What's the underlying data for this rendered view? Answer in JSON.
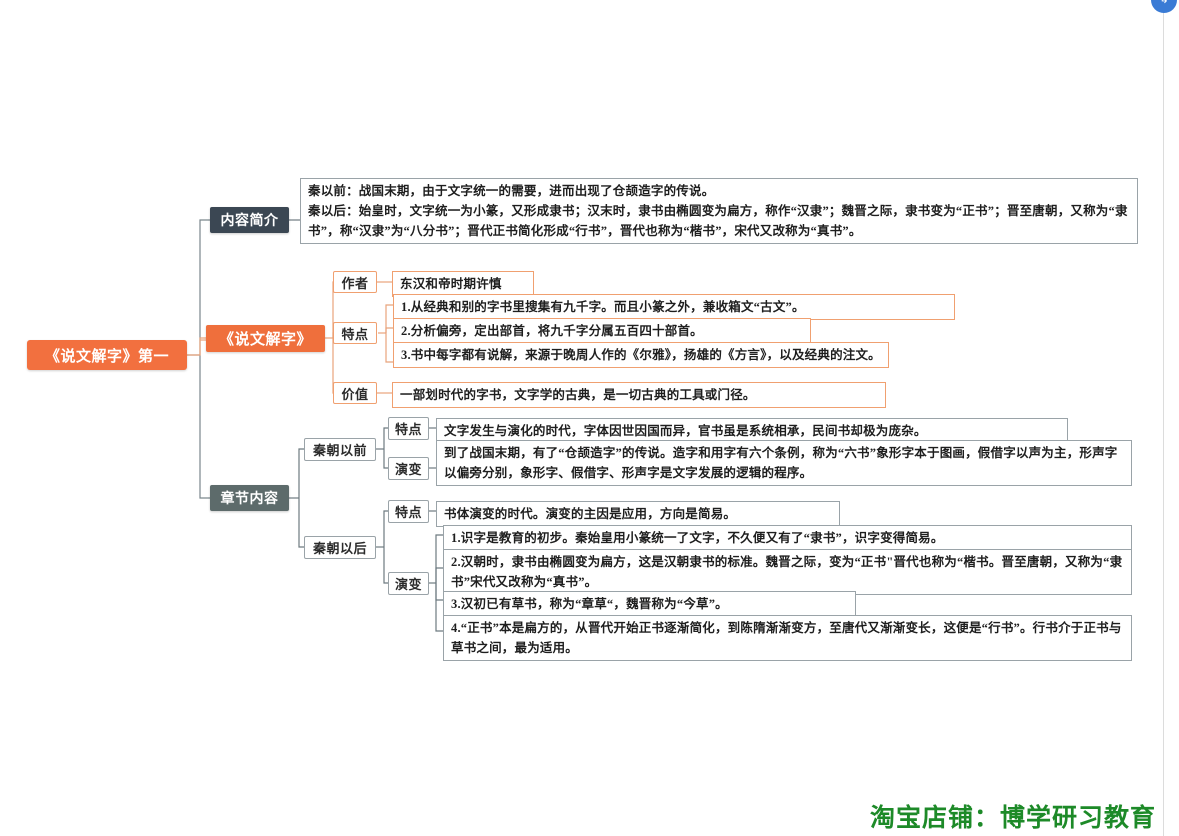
{
  "mindmap": {
    "root": {
      "label": "《说文解字》第一"
    },
    "branches": [
      {
        "id": "intro",
        "label": "内容简介",
        "style": "dark",
        "content": "秦以前：战国末期，由于文字统一的需要，进而出现了仓颉造字的传说。\n秦以后：始皇时，文字统一为小篆，又形成隶书；汉末时，隶书由椭圆变为扁方，称作“汉隶”；魏晋之际，隶书变为“正书”；晋至唐朝，又称为“隶书”，称“汉隶”为“八分书”；晋代正书简化形成“行书”，晋代也称为“楷书”，宋代又改称为“真书”。"
      },
      {
        "id": "shuowen",
        "label": "《说文解字》",
        "style": "orange",
        "groups": [
          {
            "label": "作者",
            "items": [
              "东汉和帝时期许慎"
            ]
          },
          {
            "label": "特点",
            "items": [
              "1.从经典和别的字书里搜集有九千字。而且小篆之外，兼收箱文“古文”。",
              "2.分析偏旁，定出部首，将九千字分属五百四十部首。",
              "3.书中每字都有说解，来源于晚周人作的《尔雅》，扬雄的《方言》，以及经典的注文。"
            ]
          },
          {
            "label": "价值",
            "items": [
              "一部划时代的字书，文字学的古典，是一切古典的工具或门径。"
            ]
          }
        ]
      },
      {
        "id": "chapters",
        "label": "章节内容",
        "style": "gray",
        "subs": [
          {
            "label": "秦朝以前",
            "groups": [
              {
                "label": "特点",
                "items": [
                  "文字发生与演化的时代，字体因世因国而异，官书虽是系统相承，民间书却极为庞杂。"
                ]
              },
              {
                "label": "演变",
                "items": [
                  "到了战国末期，有了“仓颉造字”的传说。造字和用字有六个条例，称为“六书”象形字本于图画，假借字以声为主，形声字以偏旁分别，象形字、假借字、形声字是文字发展的逻辑的程序。"
                ]
              }
            ]
          },
          {
            "label": "秦朝以后",
            "groups": [
              {
                "label": "特点",
                "items": [
                  "书体演变的时代。演变的主因是应用，方向是简易。"
                ]
              },
              {
                "label": "演变",
                "items": [
                  "1.识字是教育的初步。秦始皇用小篆统一了文字，不久便又有了“隶书”，识字变得简易。",
                  "2.汉朝时，隶书由椭圆变为扁方，这是汉朝隶书的标准。魏晋之际，变为“正书\"晋代也称为“楷书。晋至唐朝，又称为“隶书”宋代又改称为“真书”。",
                  "3.汉初已有草书，称为“章草“，魏晋称为“今草”。",
                  "4.“正书”本是扁方的，从晋代开始正书逐渐简化，到陈隋渐渐变方，至唐代又渐渐变长，这便是“行书”。行书介于正书与草书之间，最为适用。"
                ]
              }
            ]
          }
        ]
      }
    ]
  },
  "watermark": {
    "text": "淘宝店铺：博学研习教育",
    "color": "#1d8a28"
  },
  "badge": {
    "icon": "share-arrow-icon",
    "glyph": "↳",
    "color": "#3a7bd5"
  },
  "colors": {
    "root_bg": "#f2703f",
    "dark_node_bg": "#3b4753",
    "gray_node_bg": "#5d6b6b",
    "orange_node_bg": "#ef6f3c",
    "orange_border": "#f0a070",
    "gray_border": "#9aa3a8",
    "wire_orange": "#e8a37c",
    "wire_gray": "#6d7a80"
  }
}
